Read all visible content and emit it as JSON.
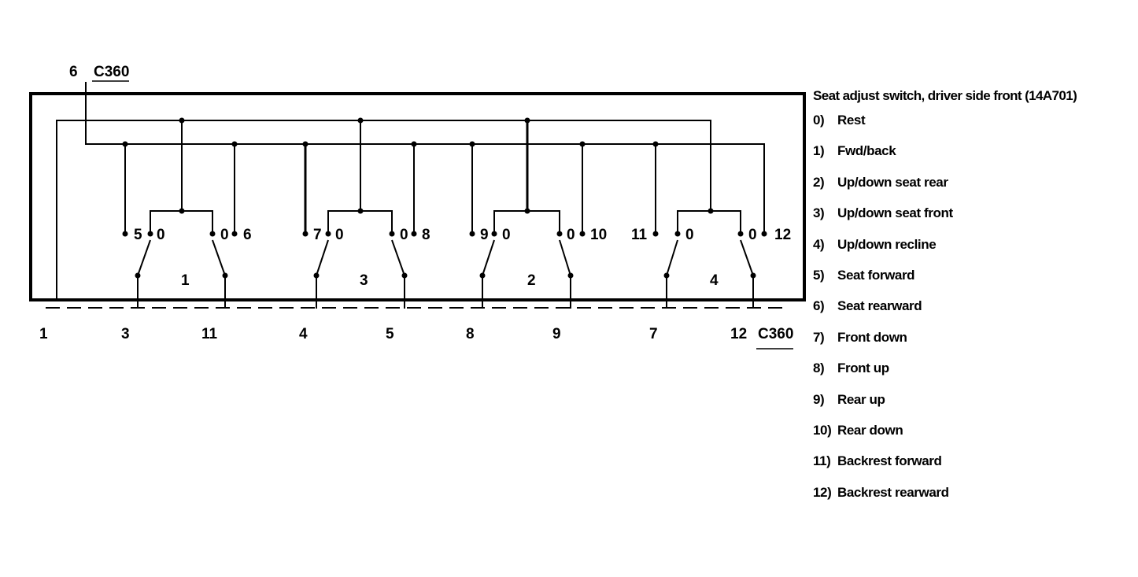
{
  "top_connector": {
    "pin": "6",
    "name": "C360"
  },
  "bottom_connector": {
    "name": "C360",
    "pins": [
      "1",
      "3",
      "11",
      "4",
      "5",
      "8",
      "9",
      "7",
      "12"
    ]
  },
  "switches": [
    {
      "number": "1",
      "left_term": "5",
      "left_pos": "0",
      "right_pos": "0",
      "right_term": "6"
    },
    {
      "number": "3",
      "left_term": "7",
      "left_pos": "0",
      "right_pos": "0",
      "right_term": "8"
    },
    {
      "number": "2",
      "left_term": "9",
      "left_pos": "0",
      "right_pos": "0",
      "right_term": "10"
    },
    {
      "number": "4",
      "left_term": "11",
      "left_pos": "0",
      "right_pos": "0",
      "right_term": "12"
    }
  ],
  "legend": {
    "title": "Seat adjust switch, driver side front (14A701)",
    "items": [
      {
        "num": "0)",
        "text": "Rest"
      },
      {
        "num": "1)",
        "text": "Fwd/back"
      },
      {
        "num": "2)",
        "text": "Up/down seat rear"
      },
      {
        "num": "3)",
        "text": "Up/down seat front"
      },
      {
        "num": "4)",
        "text": "Up/down recline"
      },
      {
        "num": "5)",
        "text": "Seat forward"
      },
      {
        "num": "6)",
        "text": "Seat rearward"
      },
      {
        "num": "7)",
        "text": "Front down"
      },
      {
        "num": "8)",
        "text": "Front up"
      },
      {
        "num": "9)",
        "text": "Rear up"
      },
      {
        "num": "10)",
        "text": "Rear down"
      },
      {
        "num": "11)",
        "text": "Backrest forward"
      },
      {
        "num": "12)",
        "text": "Backrest rearward"
      }
    ]
  }
}
